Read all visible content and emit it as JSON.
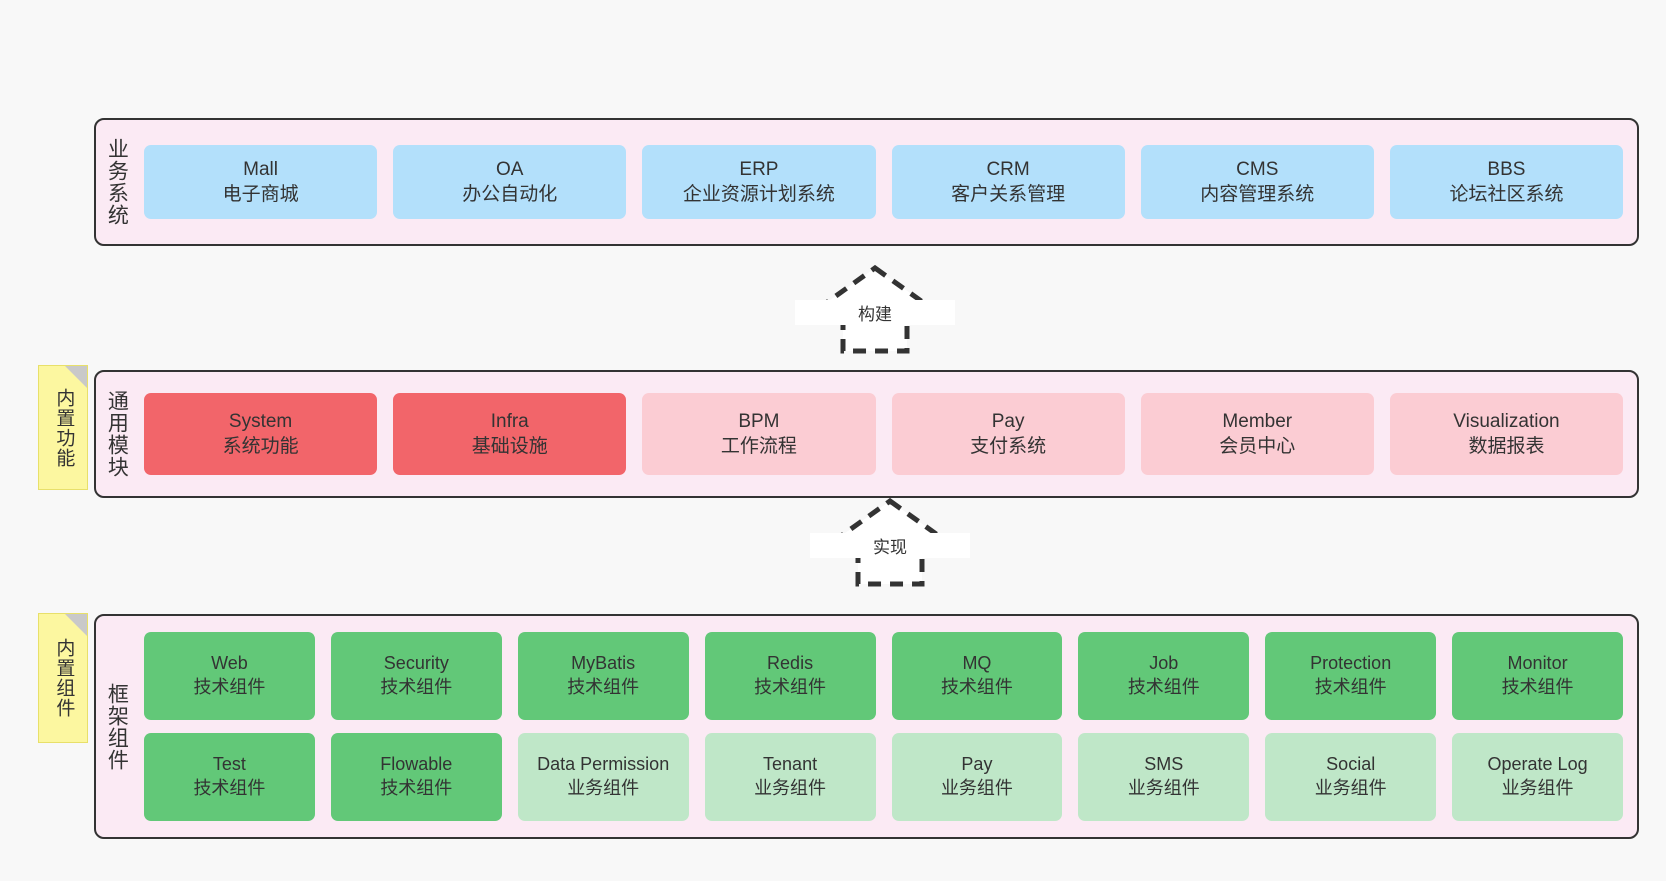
{
  "layers": {
    "business": {
      "title": "业务系统",
      "cards": [
        {
          "en": "Mall",
          "cn": "电子商城"
        },
        {
          "en": "OA",
          "cn": "办公自动化"
        },
        {
          "en": "ERP",
          "cn": "企业资源计划系统"
        },
        {
          "en": "CRM",
          "cn": "客户关系管理"
        },
        {
          "en": "CMS",
          "cn": "内容管理系统"
        },
        {
          "en": "BBS",
          "cn": "论坛社区系统"
        }
      ]
    },
    "module": {
      "title": "通用模块",
      "note": "内置功能",
      "cards": [
        {
          "en": "System",
          "cn": "系统功能"
        },
        {
          "en": "Infra",
          "cn": "基础设施"
        },
        {
          "en": "BPM",
          "cn": "工作流程"
        },
        {
          "en": "Pay",
          "cn": "支付系统"
        },
        {
          "en": "Member",
          "cn": "会员中心"
        },
        {
          "en": "Visualization",
          "cn": "数据报表"
        }
      ]
    },
    "frame": {
      "title": "框架组件",
      "note": "内置组件",
      "row1": [
        {
          "en": "Web",
          "cn": "技术组件"
        },
        {
          "en": "Security",
          "cn": "技术组件"
        },
        {
          "en": "MyBatis",
          "cn": "技术组件"
        },
        {
          "en": "Redis",
          "cn": "技术组件"
        },
        {
          "en": "MQ",
          "cn": "技术组件"
        },
        {
          "en": "Job",
          "cn": "技术组件"
        },
        {
          "en": "Protection",
          "cn": "技术组件"
        },
        {
          "en": "Monitor",
          "cn": "技术组件"
        }
      ],
      "row2": [
        {
          "en": "Test",
          "cn": "技术组件"
        },
        {
          "en": "Flowable",
          "cn": "技术组件"
        },
        {
          "en": "Data Permission",
          "cn": "业务组件"
        },
        {
          "en": "Tenant",
          "cn": "业务组件"
        },
        {
          "en": "Pay",
          "cn": "业务组件"
        },
        {
          "en": "SMS",
          "cn": "业务组件"
        },
        {
          "en": "Social",
          "cn": "业务组件"
        },
        {
          "en": "Operate Log",
          "cn": "业务组件"
        }
      ]
    }
  },
  "arrows": {
    "build": "构建",
    "implement": "实现"
  },
  "colors": {
    "band_bg": "#fbeaf4",
    "band_border": "#333333",
    "blue": "#b3e0fb",
    "red_strong": "#f2656a",
    "red_light": "#fbccd3",
    "green_strong": "#62c878",
    "green_light": "#bfe7c8",
    "note_bg": "#fcf7a0",
    "page_bg": "#f8f8f8"
  }
}
